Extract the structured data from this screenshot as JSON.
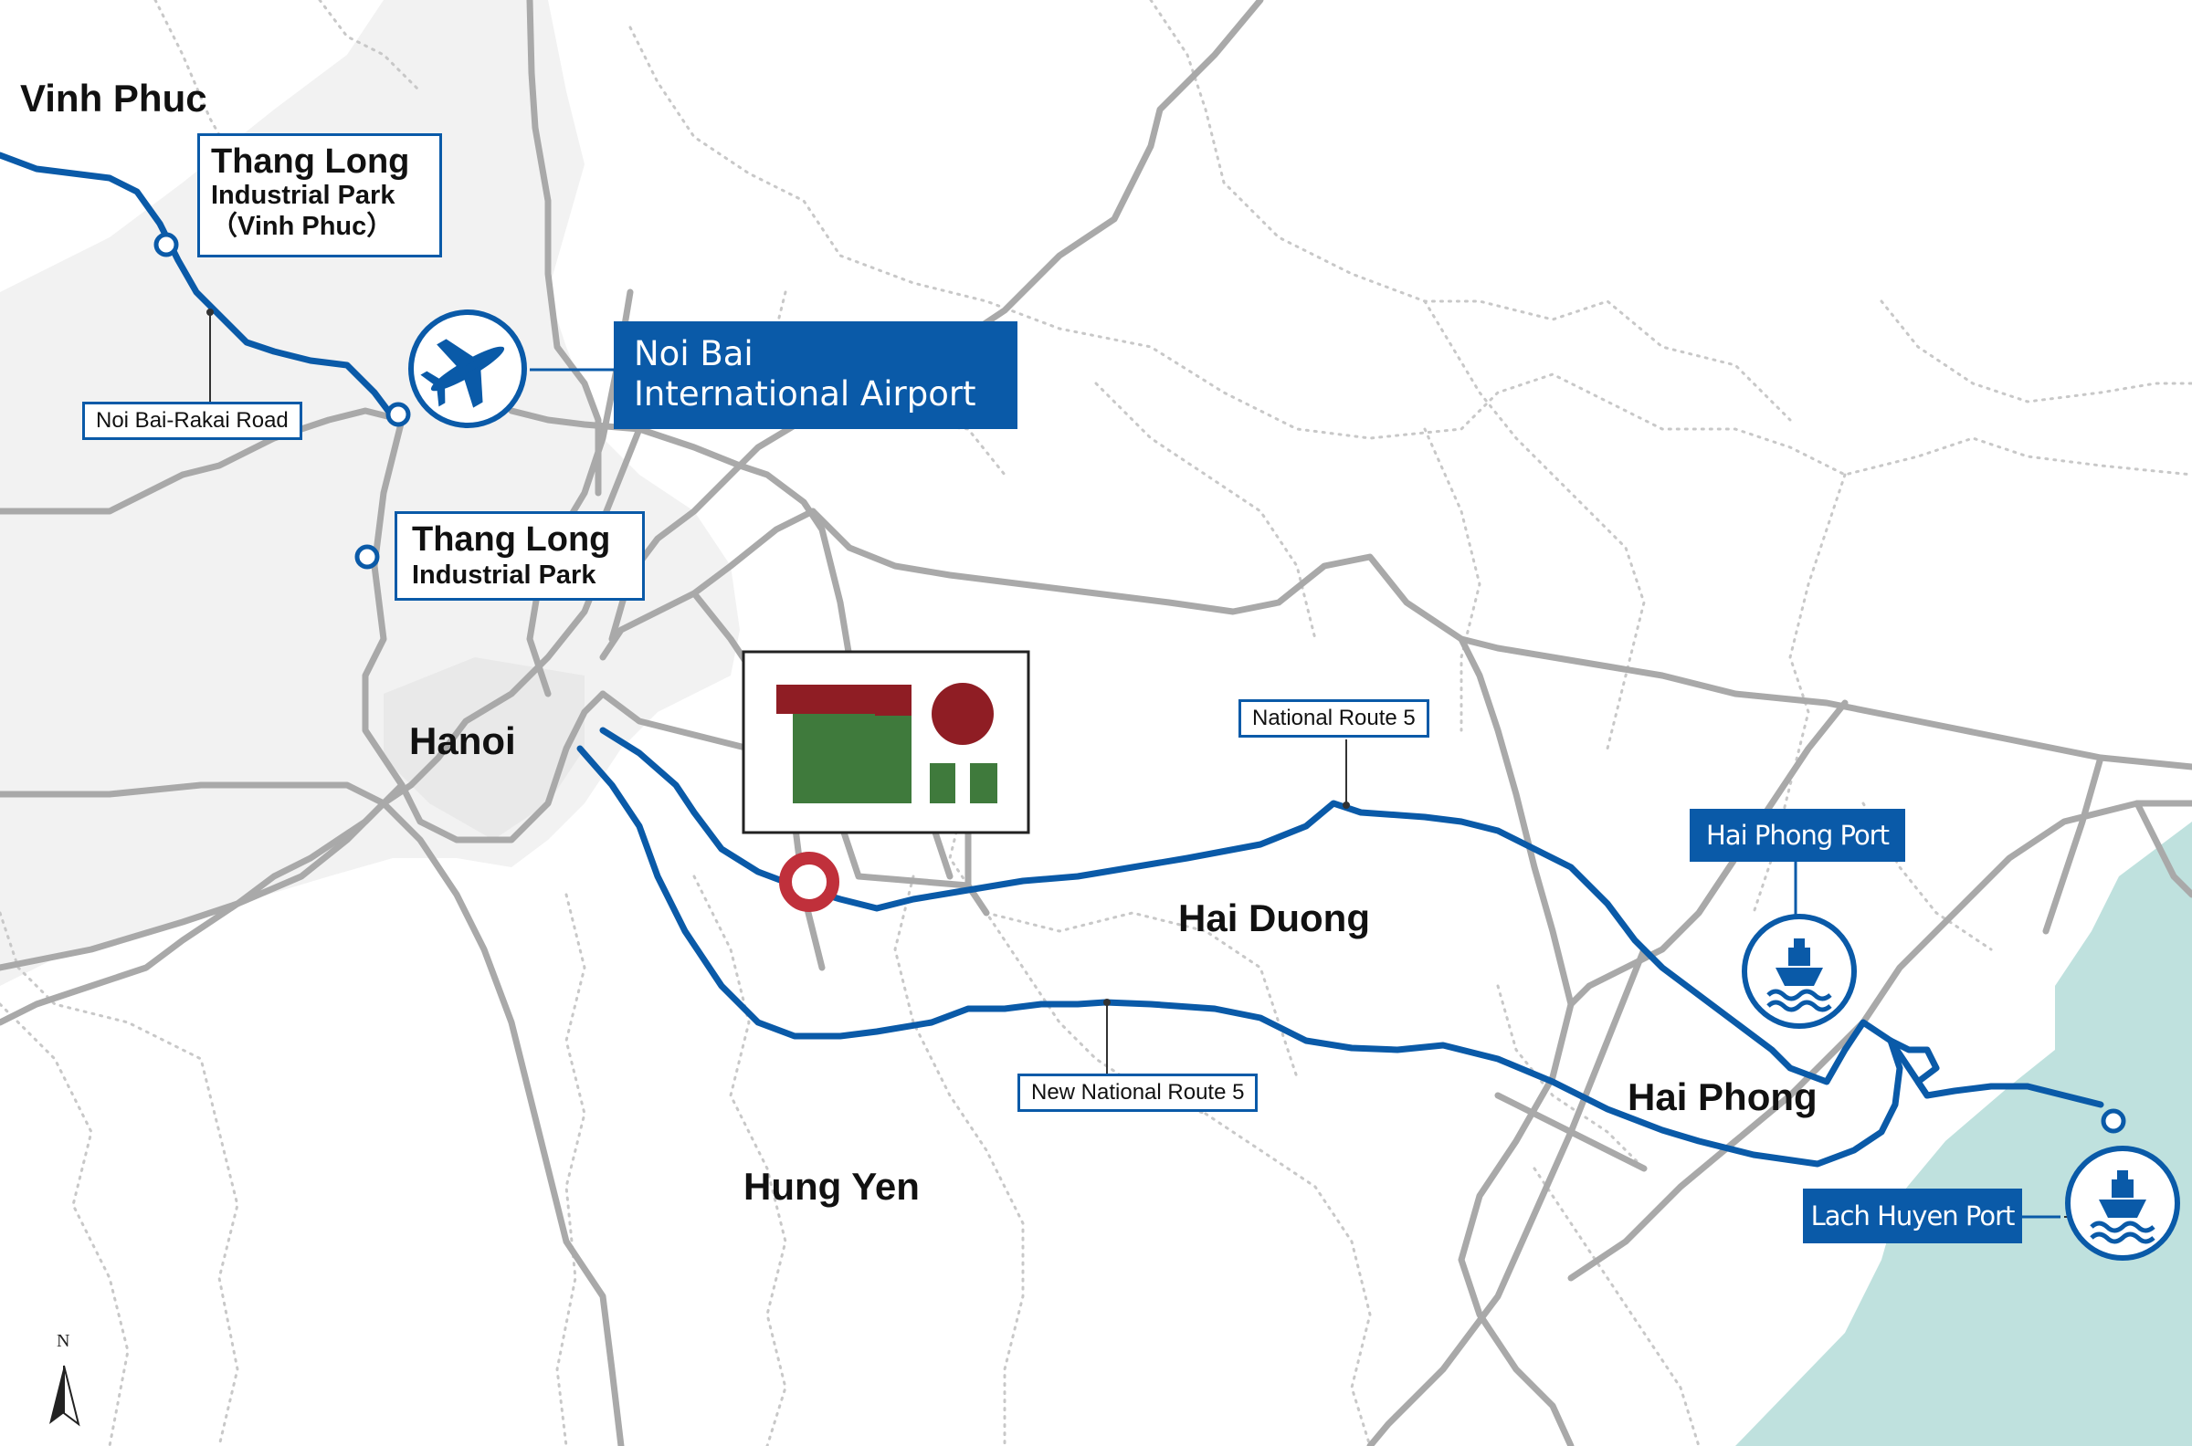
{
  "regions": {
    "vinh_phuc": "Vinh Phuc",
    "hanoi": "Hanoi",
    "hai_duong": "Hai Duong",
    "hung_yen": "Hung Yen",
    "hai_phong": "Hai Phong"
  },
  "facilities": {
    "thang_long_vp": {
      "title": "Thang Long",
      "line2": "Industrial Park",
      "line3": "（Vinh Phuc）"
    },
    "thang_long": {
      "title": "Thang Long",
      "line2": "Industrial Park"
    },
    "airport": {
      "line1": "Noi Bai",
      "line2": "International Airport"
    },
    "hai_phong_port": "Hai Phong Port",
    "lach_huyen_port": "Lach Huyen Port"
  },
  "roads": {
    "noi_bai_rakai": "Noi Bai-Rakai Road",
    "national_route_5": "National Route 5",
    "new_national_route_5": "New National Route 5"
  },
  "compass": "N",
  "colors": {
    "route_blue": "#0a5aa8",
    "road_gray": "#a9a9a9",
    "district_dotted": "#c8c8c8",
    "hanoi_fill": "#f2f2f2",
    "sea": "#bfe1de",
    "logo_red": "#8f1d24",
    "logo_green": "#3f7a3c",
    "site_marker": "#c0303b"
  }
}
